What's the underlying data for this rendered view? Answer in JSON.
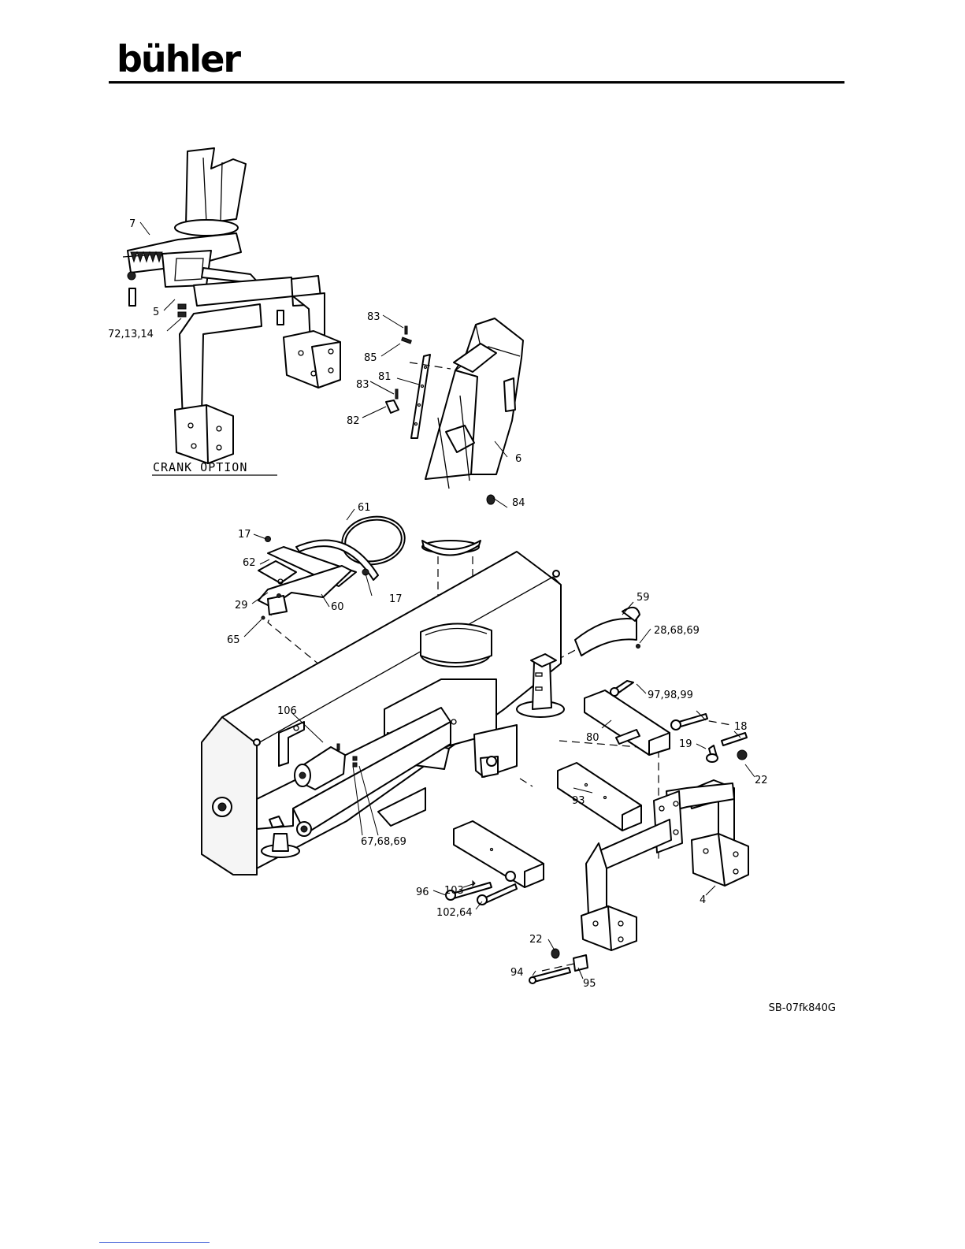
{
  "brand": {
    "logo": "bühler"
  },
  "diagram": {
    "inset_caption": "CRANK OPTION",
    "reference_code": "SB-07fk840G",
    "callouts": {
      "c7": "7",
      "c5": "5",
      "c72": "72,13,14",
      "c83a": "83",
      "c85": "85",
      "c81": "81",
      "c83b": "83",
      "c82": "82",
      "c6": "6",
      "c84": "84",
      "c61": "61",
      "c17a": "17",
      "c62": "62",
      "c17b": "17",
      "c29": "29",
      "c60": "60",
      "c65": "65",
      "c59": "59",
      "c28": "28,68,69",
      "c97": "97,98,99",
      "c106": "106",
      "c80": "80",
      "c18": "18",
      "c19": "19",
      "c22a": "22",
      "c93": "93",
      "c67": "67,68,69",
      "c96": "96",
      "c103": "103",
      "c102": "102,64",
      "c4": "4",
      "c22b": "22",
      "c94": "94",
      "c95": "95"
    }
  }
}
